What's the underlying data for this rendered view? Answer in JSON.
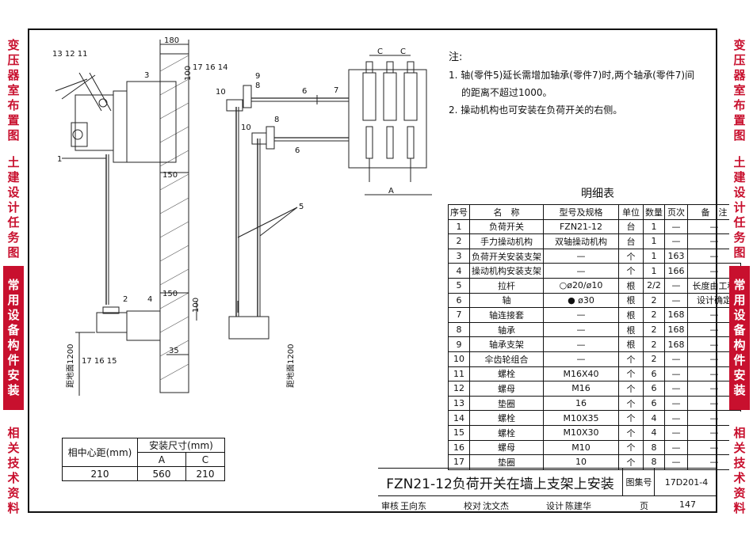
{
  "left_tabs": [
    {
      "text": "变压器室布置图",
      "style": "red"
    },
    {
      "text": "土建设计任务图",
      "style": "red"
    },
    {
      "text": "常用设备构件安装",
      "style": "redfill"
    },
    {
      "text": "相关技术资料",
      "style": "red"
    }
  ],
  "right_tabs": [
    {
      "text": "变压器室布置图",
      "style": "red"
    },
    {
      "text": "土建设计任务图",
      "style": "red"
    },
    {
      "text": "常用设备构件安装",
      "style": "redfill"
    },
    {
      "text": "相关技术资料",
      "style": "red"
    }
  ],
  "notes": {
    "title": "注:",
    "items": [
      "1. 轴(零件5)延长需增加轴承(零件7)时,两个轴承(零件7)间",
      "的距离不超过1000。",
      "2. 操动机构也可安装在负荷开关的右侧。"
    ]
  },
  "bom": {
    "title": "明细表",
    "headers": [
      "序号",
      "名　称",
      "型号及规格",
      "单位",
      "数量",
      "页次",
      "备　注"
    ],
    "rows": [
      [
        "1",
        "负荷开关",
        "FZN21-12",
        "台",
        "1",
        "—",
        "—"
      ],
      [
        "2",
        "手力操动机构",
        "双轴操动机构",
        "台",
        "1",
        "—",
        "—"
      ],
      [
        "3",
        "负荷开关安装支架",
        "—",
        "个",
        "1",
        "163",
        "—"
      ],
      [
        "4",
        "操动机构安装支架",
        "—",
        "个",
        "1",
        "166",
        "—"
      ],
      [
        "5",
        "拉杆",
        "○ø20/ø10",
        "根",
        "2/2",
        "—",
        "长度由工程"
      ],
      [
        "6",
        "轴",
        "● ø30",
        "根",
        "2",
        "—",
        "设计确定"
      ],
      [
        "7",
        "轴连接套",
        "—",
        "根",
        "2",
        "168",
        "—"
      ],
      [
        "8",
        "轴承",
        "—",
        "根",
        "2",
        "168",
        "—"
      ],
      [
        "9",
        "轴承支架",
        "—",
        "根",
        "2",
        "168",
        "—"
      ],
      [
        "10",
        "伞齿轮组合",
        "—",
        "个",
        "2",
        "—",
        "—"
      ],
      [
        "11",
        "螺栓",
        "M16X40",
        "个",
        "6",
        "—",
        "—"
      ],
      [
        "12",
        "螺母",
        "M16",
        "个",
        "6",
        "—",
        "—"
      ],
      [
        "13",
        "垫圈",
        "16",
        "个",
        "6",
        "—",
        "—"
      ],
      [
        "14",
        "螺栓",
        "M10X35",
        "个",
        "4",
        "—",
        "—"
      ],
      [
        "15",
        "螺栓",
        "M10X30",
        "个",
        "4",
        "—",
        "—"
      ],
      [
        "16",
        "螺母",
        "M10",
        "个",
        "8",
        "—",
        "—"
      ],
      [
        "17",
        "垫圈",
        "10",
        "个",
        "8",
        "—",
        "—"
      ]
    ]
  },
  "install": {
    "h1": "相中心距(mm)",
    "h2": "安装尺寸(mm)",
    "colA": "A",
    "colC": "C",
    "v1": "210",
    "vA": "560",
    "vC": "210"
  },
  "title_block": {
    "title": "FZN21-12负荷开关在墙上支架上安装",
    "atlas_label": "图集号",
    "atlas_no": "17D201-4",
    "review_label": "审核",
    "review_name": "王向东",
    "check_label": "校对",
    "check_name": "沈文杰",
    "design_label": "设计",
    "design_name": "陈建华",
    "page_label": "页",
    "page_no": "147"
  },
  "drawing_labels": {
    "d180": "180",
    "d150a": "150",
    "d150b": "150",
    "d100a": "100",
    "d100b": "100",
    "d35": "35",
    "d1200a": "距地面1200",
    "d1200b": "距地面1200",
    "callout_tl": "13  12  11",
    "callout_3": "3",
    "callout_1": "1",
    "callout_mid": "17  16  14",
    "callout_9": "9",
    "callout_8a": "8",
    "callout_10a": "10",
    "callout_6a": "6",
    "callout_7": "7",
    "callout_10b": "10",
    "callout_8b": "8",
    "callout_6b": "6",
    "callout_5": "5",
    "callout_2": "2",
    "callout_4": "4",
    "callout_bl": "17  16  15",
    "dimA": "A",
    "dimC1": "C",
    "dimC2": "C"
  }
}
